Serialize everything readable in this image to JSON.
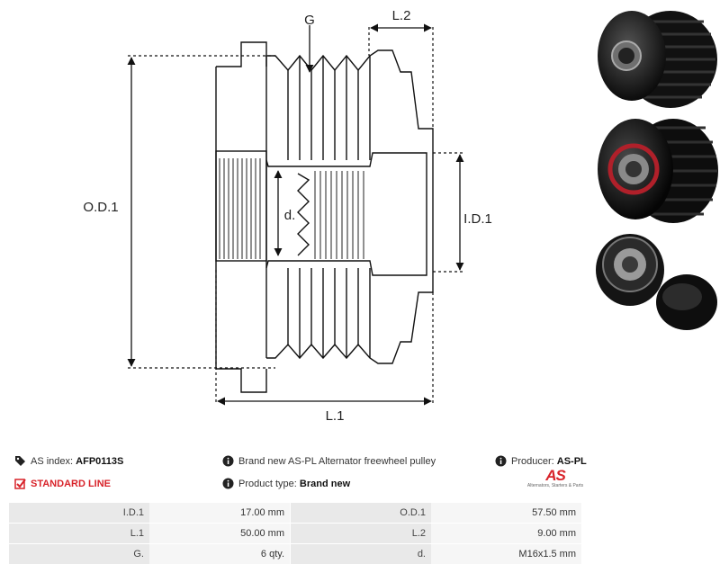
{
  "drawing": {
    "label_g": "G",
    "label_l2": "L.2",
    "label_od1": "O.D.1",
    "label_d": "d.",
    "label_id1": "I.D.1",
    "label_l1": "L.1"
  },
  "info": {
    "as_index_label": "AS index:",
    "as_index_value": "AFP0113S",
    "standard_line": "STANDARD LINE",
    "description": "Brand new AS-PL Alternator freewheel pulley",
    "product_type_label": "Product type:",
    "product_type_value": "Brand new",
    "producer_label": "Producer:",
    "producer_value": "AS-PL"
  },
  "logo": {
    "brand": "AS",
    "tagline": "Alternators, Starters & Parts"
  },
  "specs": [
    {
      "label_a": "I.D.1",
      "value_a": "17.00 mm",
      "label_b": "O.D.1",
      "value_b": "57.50 mm"
    },
    {
      "label_a": "L.1",
      "value_a": "50.00 mm",
      "label_b": "L.2",
      "value_b": "9.00 mm"
    },
    {
      "label_a": "G.",
      "value_a": "6 qty.",
      "label_b": "d.",
      "value_b": "M16x1.5 mm"
    }
  ],
  "colors": {
    "accent": "#d8232a",
    "table_label_bg": "#e9e9e9",
    "table_value_bg": "#f6f6f6"
  },
  "icons": {
    "tag": "tag-icon",
    "info": "info-icon",
    "check": "check-square-icon"
  }
}
